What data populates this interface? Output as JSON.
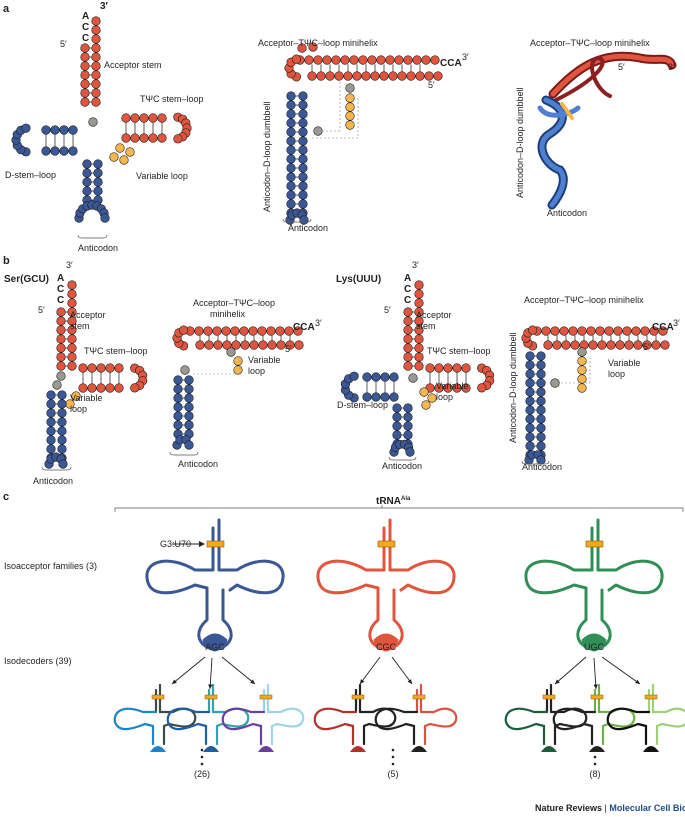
{
  "colors": {
    "red": "#e0553d",
    "blue": "#3a5796",
    "yellow": "#f7b74d",
    "grey": "#9a9a92",
    "green": "#2f8f57",
    "darkgreen": "#1b5e3a",
    "orange_clamp": "#f3a81e",
    "text": "#231f20",
    "journal_blue": "#1d4e89"
  },
  "panel_a": {
    "label": "a",
    "cloverleaf": {
      "prime3": "3′",
      "prime5": "5′",
      "a": "A",
      "c1": "C",
      "c2": "C",
      "acceptor_stem": "Acceptor stem",
      "tpsic_stem_loop": "TΨC stem–loop",
      "d_stem_loop": "D-stem–loop",
      "variable_loop": "Variable loop",
      "anticodon": "Anticodon"
    },
    "lshape": {
      "minihelix": "Acceptor–TΨC–loop minihelix",
      "cca": "CCA",
      "prime3": "3′",
      "prime5": "5′",
      "dumbbell": "Anticodon–D-loop dumbbell",
      "anticodon": "Anticodon"
    },
    "ribbon": {
      "minihelix": "Acceptor–TΨC–loop minihelix",
      "prime5": "5′",
      "prime3": "3′",
      "dumbbell": "Anticodon–D-loop dumbbell",
      "anticodon": "Anticodon"
    }
  },
  "panel_b": {
    "label": "b",
    "ser": {
      "name": "Ser(GCU)",
      "prime3": "3′",
      "prime5": "5′",
      "a": "A",
      "c1": "C",
      "c2": "C",
      "acceptor": "Acceptor",
      "stem": "stem",
      "tpsic": "TΨC stem–loop",
      "variable": "Variable",
      "loop": "loop",
      "anticodon": "Anticodon",
      "minihelix1": "Acceptor–TΨC–loop",
      "minihelix2": "minihelix",
      "cca": "CCA",
      "l_prime3": "3′",
      "l_prime5": "5′",
      "l_variable": "Variable",
      "l_loop": "loop",
      "l_anticodon": "Anticodon"
    },
    "lys": {
      "name": "Lys(UUU)",
      "prime3": "3′",
      "prime5": "5′",
      "a": "A",
      "c1": "C",
      "c2": "C",
      "acceptor": "Acceptor",
      "stem": "stem",
      "tpsic": "TΨC stem–loop",
      "d_stem": "D-stem–loop",
      "variable": "Variable",
      "loop": "loop",
      "anticodon": "Anticodon",
      "minihelix": "Acceptor–TΨC–loop minihelix",
      "cca": "CCA",
      "l_prime3": "3′",
      "l_prime5": "5′",
      "dumbbell": "Anticodon–D-loop dumbbell",
      "l_variable": "Variable",
      "l_loop": "loop",
      "l_anticodon": "Anticodon"
    }
  },
  "panel_c": {
    "label": "c",
    "trna_name": "tRNA",
    "trna_sup": "Ala",
    "g3u70": "G3:U70",
    "isoacceptor": "Isoacceptor families (3)",
    "isodecoders": "Isodecoders (39)",
    "families": [
      {
        "anticodon": "AGC",
        "count": "(26)"
      },
      {
        "anticodon": "CGC",
        "count": "(5)"
      },
      {
        "anticodon": "UGC",
        "count": "(8)"
      }
    ]
  },
  "credit": {
    "journal": "Nature Reviews",
    "separator": " | ",
    "section": "Molecular Cell Biology"
  }
}
